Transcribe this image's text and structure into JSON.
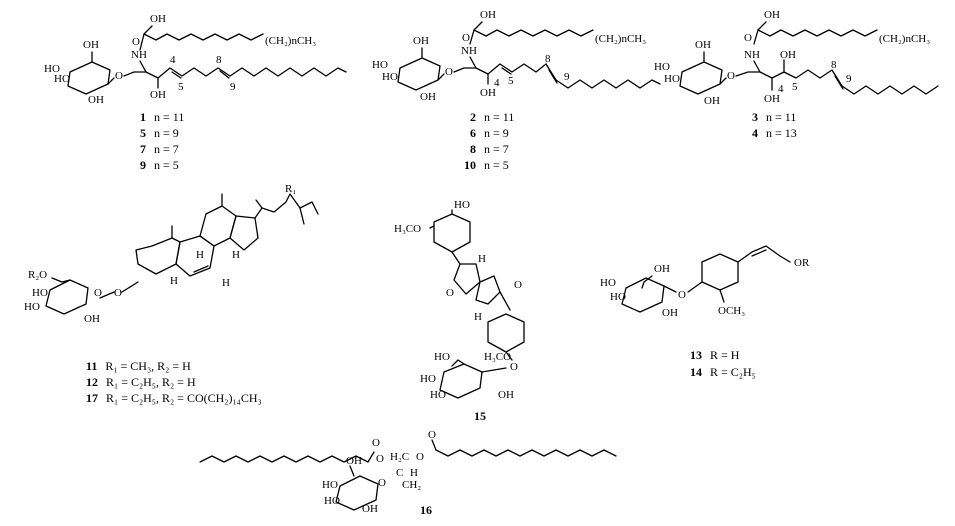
{
  "figure": {
    "compounds": [
      {
        "id": "c1",
        "captions": [
          {
            "num": "1",
            "text": "n = 11"
          },
          {
            "num": "5",
            "text": "n = 9"
          },
          {
            "num": "7",
            "text": "n = 7"
          },
          {
            "num": "9",
            "text": "n = 5"
          }
        ],
        "labels": {
          "oh_top": "OH",
          "chain": "(CH₂)nCH₃",
          "nh": "NH",
          "o_acyl": "O",
          "sugar_oh": "OH",
          "sugar_ho": "HO",
          "sugar_o": "O",
          "oh_c3": "OH",
          "pos4": "4",
          "pos5": "5",
          "pos8": "8",
          "pos9": "9"
        }
      },
      {
        "id": "c2",
        "captions": [
          {
            "num": "2",
            "text": "n = 11"
          },
          {
            "num": "6",
            "text": "n = 9"
          },
          {
            "num": "8",
            "text": "n = 7"
          },
          {
            "num": "10",
            "text": "n = 5"
          }
        ],
        "labels": {
          "oh_top": "OH",
          "chain": "(CH₂)nCH₃",
          "nh": "NH",
          "o_acyl": "O",
          "sugar_oh": "OH",
          "sugar_ho": "HO",
          "sugar_o": "O",
          "oh_c3": "OH",
          "pos4": "4",
          "pos5": "5",
          "pos8": "8",
          "pos9": "9"
        }
      },
      {
        "id": "c3",
        "captions": [
          {
            "num": "3",
            "text": "n = 11"
          },
          {
            "num": "4",
            "text": "n = 13"
          }
        ],
        "labels": {
          "oh_top": "OH",
          "chain": "(CH₂)nCH₃",
          "nh": "NH",
          "o_acyl": "O",
          "sugar_oh": "OH",
          "sugar_ho": "HO",
          "sugar_o": "O",
          "oh_c4": "OH",
          "oh_c3": "OH",
          "pos4": "4",
          "pos5": "5",
          "pos8": "8",
          "pos9": "9"
        }
      },
      {
        "id": "sterol",
        "captions": [
          {
            "num": "11",
            "text": "R₁ = CH₃, R₂ = H"
          },
          {
            "num": "12",
            "text": "R₁ = C₂H₅, R₂ = H"
          },
          {
            "num": "17",
            "text": "R₁ = C₂H₅, R₂ = CO(CH₂)₁₄CH₃"
          }
        ],
        "labels": {
          "r1": "R₁",
          "r2o": "R₂O",
          "ho": "HO",
          "oh": "OH",
          "o": "O",
          "h": "H"
        }
      },
      {
        "id": "lignan",
        "captions": [
          {
            "num": "15",
            "text": ""
          }
        ],
        "labels": {
          "ho": "HO",
          "h3co": "H₃CO",
          "h3co2": "H₃CO",
          "h": "H",
          "o": "O",
          "oh": "OH"
        }
      },
      {
        "id": "coniferin",
        "captions": [
          {
            "num": "13",
            "text": "R = H"
          },
          {
            "num": "14",
            "text": "R = C₂H₅"
          }
        ],
        "labels": {
          "oh": "OH",
          "ho": "HO",
          "o": "O",
          "or": "OR",
          "och3": "OCH₃"
        }
      },
      {
        "id": "glycerolipid",
        "captions": [
          {
            "num": "16",
            "text": ""
          }
        ],
        "labels": {
          "h2c": "H₂C",
          "hc": "H",
          "c": "C",
          "ch2": "CH₂",
          "o": "O",
          "oh": "OH",
          "ho": "HO"
        }
      }
    ]
  }
}
